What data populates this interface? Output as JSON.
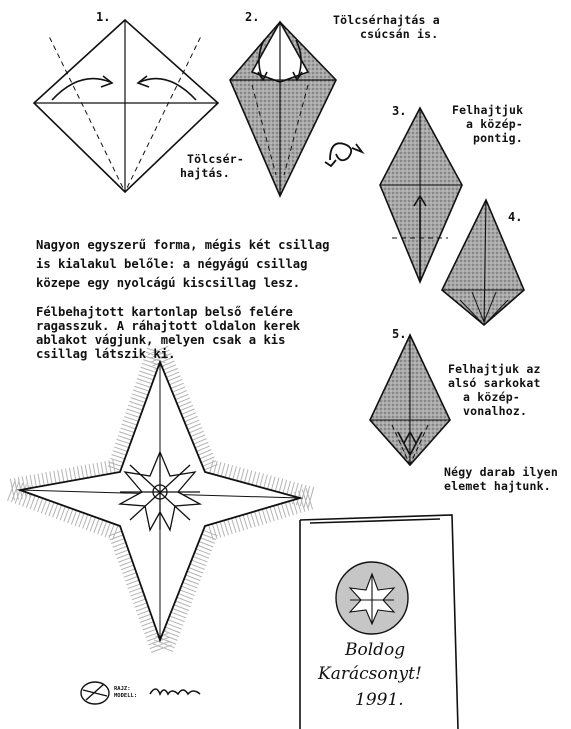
{
  "steps": {
    "s1": "1.",
    "s2": "2.",
    "s3": "3.",
    "s4": "4.",
    "s5": "5."
  },
  "captions": {
    "tolcser_csucs_1": "Tölcsérhajtás a",
    "tolcser_csucs_2": "csúcsán is.",
    "tolcser_1": "Tölcsér-",
    "tolcser_2": "hajtás.",
    "felhajt_kozep_1": "Felhajtjuk",
    "felhajt_kozep_2": "a közép-",
    "felhajt_kozep_3": "pontig.",
    "sarok_1": "Felhajtjuk az",
    "sarok_2": "alsó sarkokat",
    "sarok_3": "a közép-",
    "sarok_4": "vonalhoz.",
    "negy_1": "Négy darab ilyen",
    "negy_2": "elemet hajtunk."
  },
  "paragraphs": {
    "p1_l1": "Nagyon egyszerű forma, mégis két csillag",
    "p1_l2": "is kialakul belőle: a négyágú csillag",
    "p1_l3": "közepe egy nyolcágú kiscsillag lesz.",
    "p2_l1": "Félbehajtott kartonlap belső felére",
    "p2_l2": "ragasszuk. A ráhajtott oldalon kerek",
    "p2_l3": "ablakot vágjunk, melyen csak a kis",
    "p2_l4": "csillag látszik ki."
  },
  "card": {
    "line1": "Boldog",
    "line2": "Karácsonyt!",
    "line3": "1991."
  },
  "credit": {
    "label1": "RAJZ:",
    "label2": "MODELL:"
  }
}
